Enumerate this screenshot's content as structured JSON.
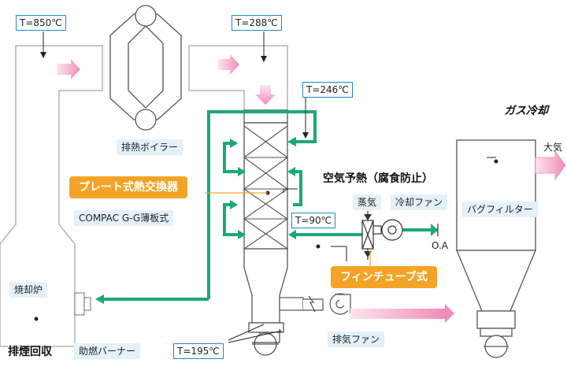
{
  "temps": {
    "t850": "T=850℃",
    "t288": "T=288℃",
    "t246": "T=246℃",
    "t90": "T=90℃",
    "t195": "T=195℃"
  },
  "equipment": {
    "waste_heat_boiler": "排熱ボイラー",
    "plate_hx": "プレート式熱交換器",
    "compac": "COMPAC G-G薄板式",
    "incinerator": "焼却炉",
    "burner": "助燃バーナー",
    "bag_filter": "バグフィルター",
    "exhaust_fan": "排気ファン",
    "fin_tube": "フィンチューブ式",
    "steam": "蒸気",
    "cooling_fan": "冷却ファン"
  },
  "headings": {
    "exhaust_recovery": "排煙回収",
    "air_preheat": "空気予熱（腐食防止）",
    "gas_cooling": "ガス冷却",
    "atmosphere": "大気",
    "oa": "O.A"
  },
  "colors": {
    "green": "#1aa87a",
    "duct_gray": "#b4b4b4",
    "blue_border": "#1f8ac9",
    "orange": "#f3a426",
    "pink": "#f2a0c4"
  }
}
